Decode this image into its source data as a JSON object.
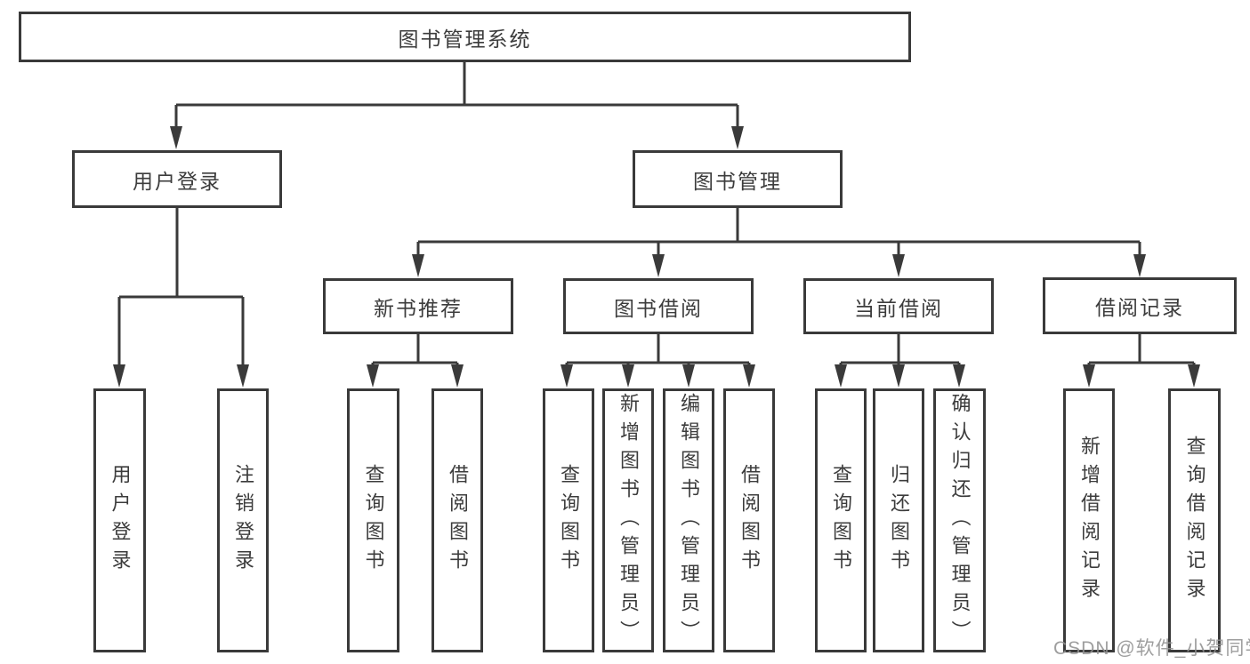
{
  "diagram": {
    "type": "tree",
    "root_label": "图书管理系统",
    "user_login": {
      "label": "用户登录",
      "children": {
        "login": "用户登录",
        "logout": "注销登录"
      }
    },
    "book_mgmt": {
      "label": "图书管理",
      "new_book_rec": {
        "label": "新书推荐",
        "children": {
          "query_book": "查询图书",
          "borrow_book": "借阅图书"
        }
      },
      "book_borrow": {
        "label": "图书借阅",
        "children": {
          "query_book": "查询图书",
          "add_book": "新增图书（管理员）",
          "edit_book": "编辑图书（管理员）",
          "borrow_book": "借阅图书"
        }
      },
      "current_borrow": {
        "label": "当前借阅",
        "children": {
          "query_book": "查询图书",
          "return_book": "归还图书",
          "confirm_return": "确认归还（管理员）"
        }
      },
      "borrow_records": {
        "label": "借阅记录",
        "children": {
          "add_record": "新增借阅记录",
          "query_record": "查询借阅记录"
        }
      }
    }
  },
  "watermark": "CSDN @软件_小贺同学",
  "colors": {
    "line": "#3a3a3a",
    "text": "#3c3c3c",
    "background": "#ffffff",
    "watermark": "#919191"
  }
}
